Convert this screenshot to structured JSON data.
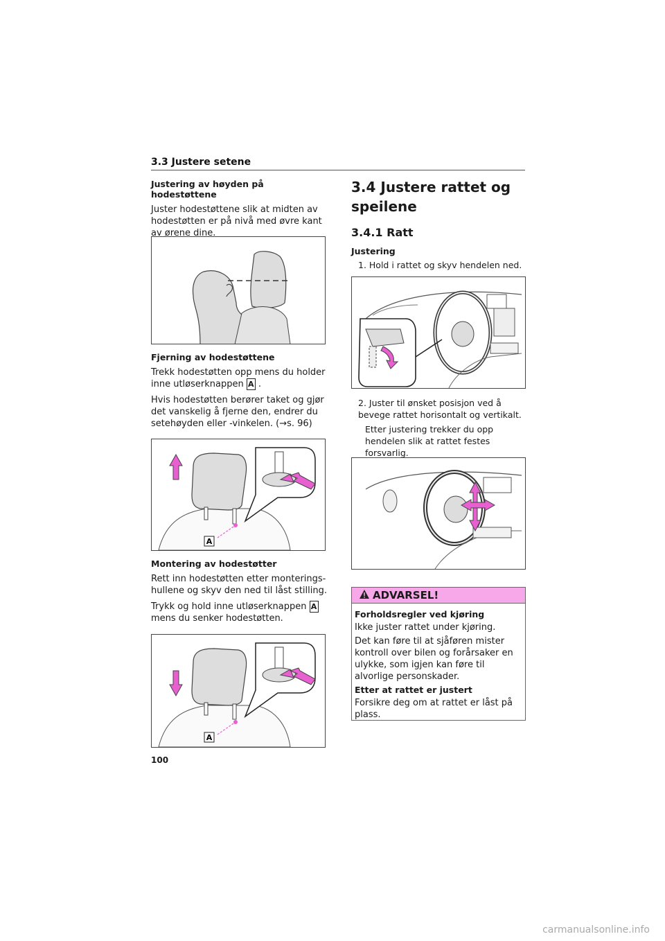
{
  "header": {
    "section_title": "3.3  Justere setene"
  },
  "left": {
    "height_title": "Justering av høyden på hodestøttene",
    "height_text": "Juster hodestøttene slik at midten av hodestøtten er på nivå med øvre kant av ørene dine.",
    "removal_title": "Fjerning av hodestøttene",
    "removal_text": "Trekk hodestøtten opp mens du holder inne utløserknappen",
    "removal_badge": "A",
    "removal_text_end": ".",
    "removal_note": "Hvis hodestøtten berører taket og gjør det vanskelig å fjerne den, endrer du setehøyden eller -vinkelen. (→s. 96)",
    "fig2_label": "A",
    "mount_title": "Montering av hodestøtter",
    "mount_text": "Rett inn hodestøtten etter monterings-hullene og skyv den ned til låst stilling.",
    "mount_note": "Trykk og hold inne utløserknappen",
    "mount_badge": "A",
    "mount_note_end": "mens du senker hodestøtten.",
    "fig3_label": "A"
  },
  "right": {
    "main_title": "3.4  Justere rattet og speilene",
    "sub_title": "3.4.1  Ratt",
    "adjust_title": "Justering",
    "step1": "1. Hold i rattet og skyv hendelen ned.",
    "step2": "2. Juster til ønsket posisjon ved å bevege rattet horisontalt og vertikalt.",
    "step2_note": "Etter justering trekker du opp hendelen slik at rattet festes forsvarlig."
  },
  "warning": {
    "icon": "warning-triangle-icon",
    "title": "ADVARSEL!",
    "sub1": "Forholdsregler ved kjøring",
    "p1": "Ikke juster rattet under kjøring.",
    "p2": "Det kan føre til at sjåføren mister kontroll over bilen og forårsaker en ulykke, som igjen kan føre til alvorlige personskader.",
    "sub2": "Etter at rattet er justert",
    "p3": "Forsikre deg om at rattet er låst på plass."
  },
  "footer": {
    "page_number": "100",
    "watermark": "carmanualsonline.info"
  },
  "colors": {
    "highlight": "#f7a8e8",
    "accent_pink": "#e85fd0"
  }
}
